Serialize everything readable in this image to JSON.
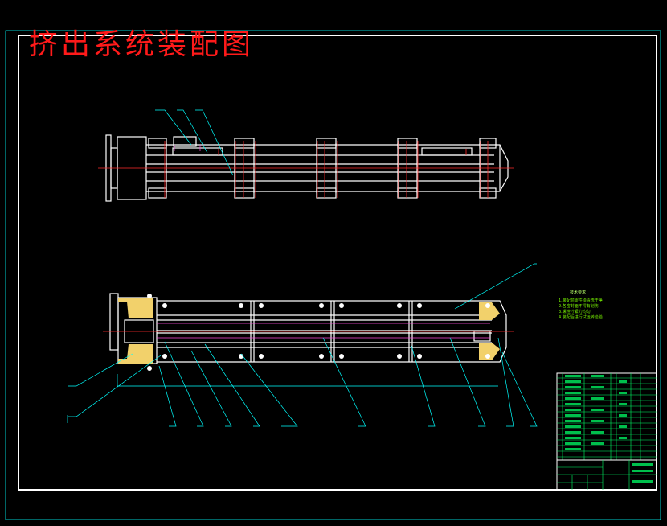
{
  "drawing": {
    "title": "挤出系统装配图"
  },
  "tech_notes": {
    "heading": "技术要求",
    "items": [
      "1.装配前零件须清洗干净",
      "2.各密封面不得有划伤",
      "3.螺栓拧紧力均匀",
      "4.装配后进行试运转检验"
    ]
  },
  "colors": {
    "background": "#000000",
    "border": "#ffffff",
    "outline": "#ffffff",
    "centerline": "#ff2a2a",
    "leader": "#00ffff",
    "hatch": "#f2d16b",
    "notes": "#7CFC00",
    "table": "#00ff66"
  }
}
